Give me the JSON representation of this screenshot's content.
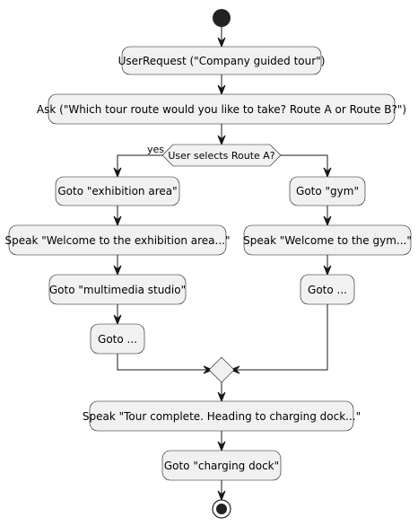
{
  "diagram": {
    "nodes": {
      "user_request": "UserRequest (\"Company guided tour\")",
      "ask": "Ask (\"Which tour route would you like to take? Route A or Route B?\")",
      "condition": "User selects Route A?",
      "branch_yes": "yes",
      "goto_exhibition": "Goto \"exhibition area\"",
      "speak_exhibition": "Speak \"Welcome to the exhibition area...\"",
      "goto_multimedia": "Goto \"multimedia studio\"",
      "goto_more_a": "Goto ...",
      "goto_gym": "Goto \"gym\"",
      "speak_gym": "Speak \"Welcome to the gym...\"",
      "goto_more_b": "Goto ...",
      "speak_complete": "Speak \"Tour complete. Heading to charging dock...\"",
      "goto_dock": "Goto \"charging dock\""
    },
    "colors": {
      "node_fill": "#f1f1f1",
      "stroke": "#181818",
      "start_fill": "#222222",
      "background": "#ffffff"
    }
  }
}
